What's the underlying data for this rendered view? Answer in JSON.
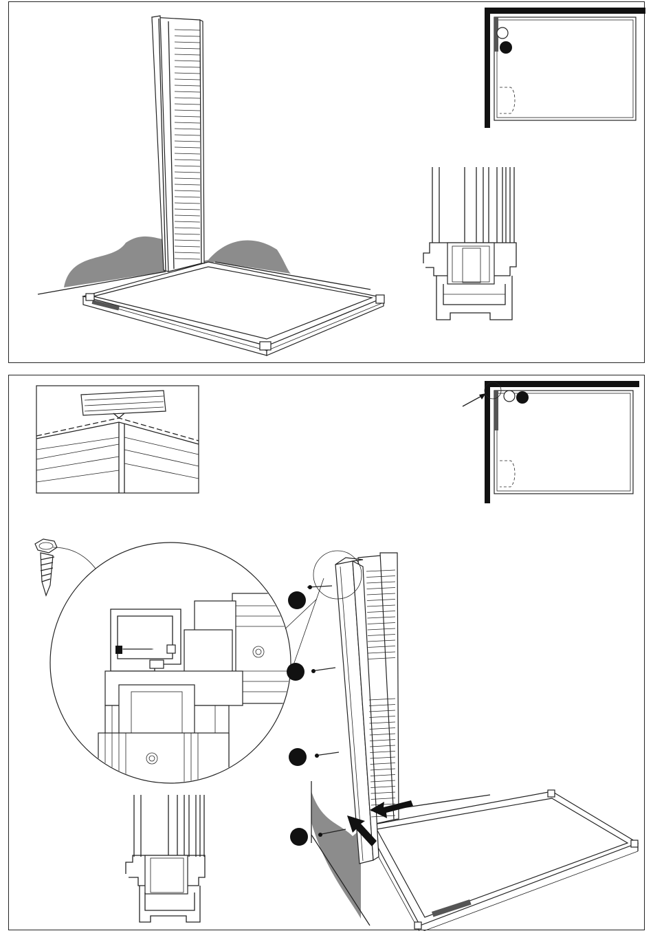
{
  "document": {
    "type": "assembly-instruction-page",
    "steps": [
      {
        "panel": "top",
        "content": [
          "corner-wall-panel-on-floor-frame",
          "floor-plan-locator",
          "profile-cross-section"
        ]
      },
      {
        "panel": "bottom",
        "content": [
          "ridge-detail-inset",
          "floor-plan-locator",
          "self-drilling-screw",
          "screw-magnified-detail",
          "profile-cross-section",
          "corner-assembly-with-screws"
        ],
        "screw_markers": 4,
        "push_arrows": 2
      }
    ]
  },
  "colors": {
    "line": "#222222",
    "ground_shadow": "#8c8c8c",
    "marker_fill": "#111111",
    "background": "#ffffff"
  }
}
